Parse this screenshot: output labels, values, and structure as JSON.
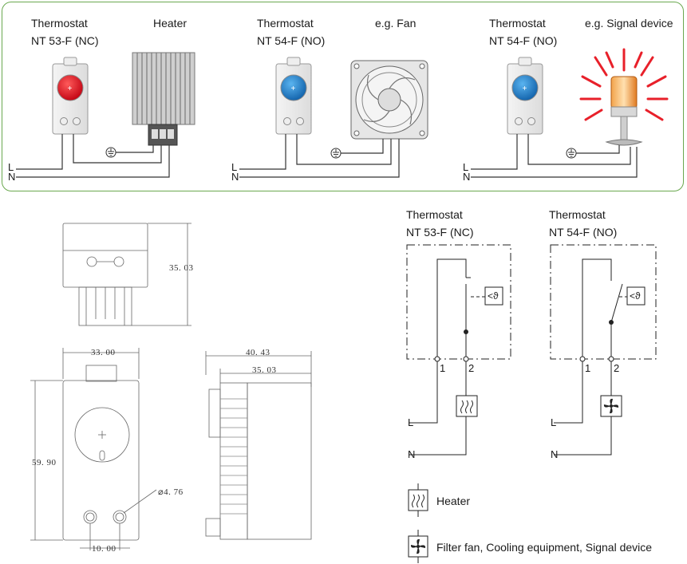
{
  "wiring_panel": {
    "groups": [
      {
        "thermostat_title": "Thermostat",
        "thermostat_model": "NT 53-F (NC)",
        "device_label": "Heater",
        "dial_color": "#e0101a"
      },
      {
        "thermostat_title": "Thermostat",
        "thermostat_model": "NT 54-F (NO)",
        "device_label": "e.g. Fan",
        "dial_color": "#1f7fc8"
      },
      {
        "thermostat_title": "Thermostat",
        "thermostat_model": "NT 54-F (NO)",
        "device_label": "e.g. Signal device",
        "dial_color": "#1f7fc8"
      }
    ],
    "line_label": "L",
    "neutral_label": "N",
    "border_color": "#6aa84f"
  },
  "dimensions": {
    "top_view_height": "35. 03",
    "front_width": "33. 00",
    "front_height": "59. 90",
    "hole_diameter": "4. 76",
    "hole_spacing": "10. 00",
    "side_total_width": "40. 43",
    "side_body_width": "35. 03"
  },
  "schematics": [
    {
      "title": "Thermostat",
      "model": "NT 53-F (NC)",
      "terminal_1": "1",
      "terminal_2": "2",
      "line_label": "L",
      "neutral_label": "N",
      "sensor_label": "<ϑ"
    },
    {
      "title": "Thermostat",
      "model": "NT 54-F (NO)",
      "terminal_1": "1",
      "terminal_2": "2",
      "line_label": "L",
      "neutral_label": "N",
      "sensor_label": "<ϑ"
    }
  ],
  "legend": {
    "heater_label": "Heater",
    "fan_label": "Filter fan, Cooling equipment, Signal device"
  },
  "icons": [
    "thermostat-icon",
    "heater-icon",
    "fan-icon",
    "signal-light-icon",
    "ground-icon"
  ]
}
